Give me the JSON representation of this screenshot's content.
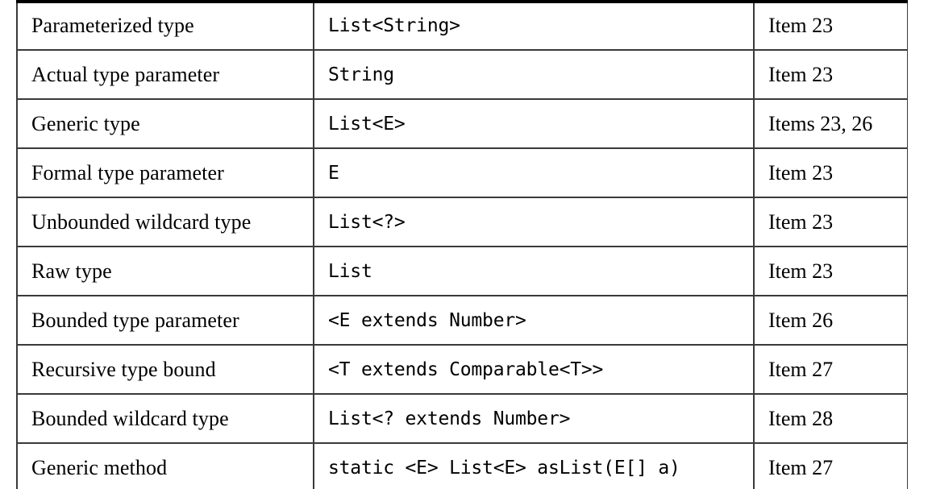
{
  "document": {
    "kind": "glossary-table",
    "ink_color": "#000000",
    "rule_color": "#3a3a3a",
    "heavy_rule_color": "#000000",
    "background": "#ffffff"
  },
  "table": {
    "columns": [
      {
        "key": "term",
        "header": ""
      },
      {
        "key": "code",
        "header": ""
      },
      {
        "key": "reference",
        "header": ""
      }
    ],
    "rows": [
      {
        "term": "Parameterized type",
        "code": "List<String>",
        "reference": "Item 23"
      },
      {
        "term": "Actual type parameter",
        "code": "String",
        "reference": "Item 23"
      },
      {
        "term": "Generic type",
        "code": "List<E>",
        "reference": "Items 23, 26"
      },
      {
        "term": "Formal type parameter",
        "code": "E",
        "reference": "Item 23"
      },
      {
        "term": "Unbounded wildcard type",
        "code": "List<?>",
        "reference": "Item 23"
      },
      {
        "term": "Raw type",
        "code": "List",
        "reference": "Item 23"
      },
      {
        "term": "Bounded type parameter",
        "code": "<E extends Number>",
        "reference": "Item 26"
      },
      {
        "term": "Recursive type bound",
        "code": "<T extends Comparable<T>>",
        "reference": "Item 27"
      },
      {
        "term": "Bounded wildcard type",
        "code": "List<? extends Number>",
        "reference": "Item 28"
      },
      {
        "term": "Generic method",
        "code": "static <E> List<E> asList(E[] a)",
        "reference": "Item 27"
      }
    ]
  }
}
